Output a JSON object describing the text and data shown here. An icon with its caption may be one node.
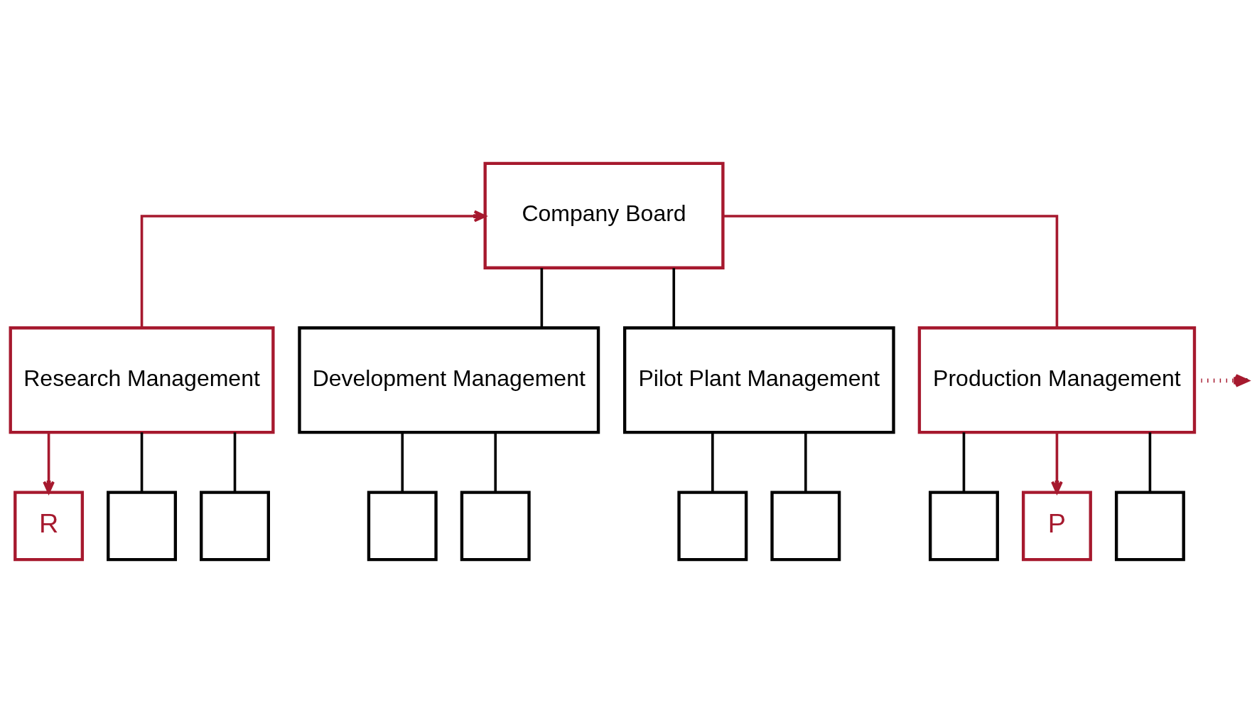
{
  "diagram": {
    "nodes": [
      {
        "text": [
          "Company Board"
        ]
      },
      {
        "text": [
          "Research Management"
        ]
      },
      {
        "text": [
          "Development Management"
        ]
      },
      {
        "text": [
          "Pilot Plant Management"
        ]
      },
      {
        "text": [
          "Production Management"
        ]
      },
      {
        "text": [
          "R"
        ]
      },
      {
        "text": [],
        "shape": "box"
      },
      {
        "text": [],
        "shape": "box"
      },
      {
        "text": [],
        "shape": "box"
      },
      {
        "text": [],
        "shape": "box"
      },
      {
        "text": [],
        "shape": "box"
      },
      {
        "text": [],
        "shape": "box"
      },
      {
        "text": [],
        "shape": "box"
      },
      {
        "text": [
          "P"
        ]
      },
      {
        "text": [],
        "shape": "box"
      }
    ],
    "edges": [
      {
        "from": 1,
        "to": 0,
        "arrow": "to",
        "color": "#a6192e"
      },
      {
        "from": 0,
        "to": 2,
        "arrow": "none"
      },
      {
        "from": 0,
        "to": 3,
        "arrow": "none"
      },
      {
        "from": 0,
        "to": 4,
        "arrow": "none",
        "color": "#a6192e"
      },
      {
        "from": 4,
        "to": null,
        "arrow": "to",
        "style": "dashed",
        "color": "#a6192e"
      },
      {
        "from": 1,
        "to": 5,
        "arrow": "to",
        "color": "#a6192e"
      },
      {
        "from": 1,
        "to": 6,
        "arrow": "none"
      },
      {
        "from": 1,
        "to": 7,
        "arrow": "none"
      },
      {
        "from": 2,
        "to": 8,
        "arrow": "none"
      },
      {
        "from": 2,
        "to": 9,
        "arrow": "none"
      },
      {
        "from": 3,
        "to": 10,
        "arrow": "none"
      },
      {
        "from": 3,
        "to": 11,
        "arrow": "none"
      },
      {
        "from": 4,
        "to": 12,
        "arrow": "none"
      },
      {
        "from": 4,
        "to": 13,
        "arrow": "to",
        "color": "#a6192e"
      },
      {
        "from": 4,
        "to": 14,
        "arrow": "none"
      }
    ]
  }
}
